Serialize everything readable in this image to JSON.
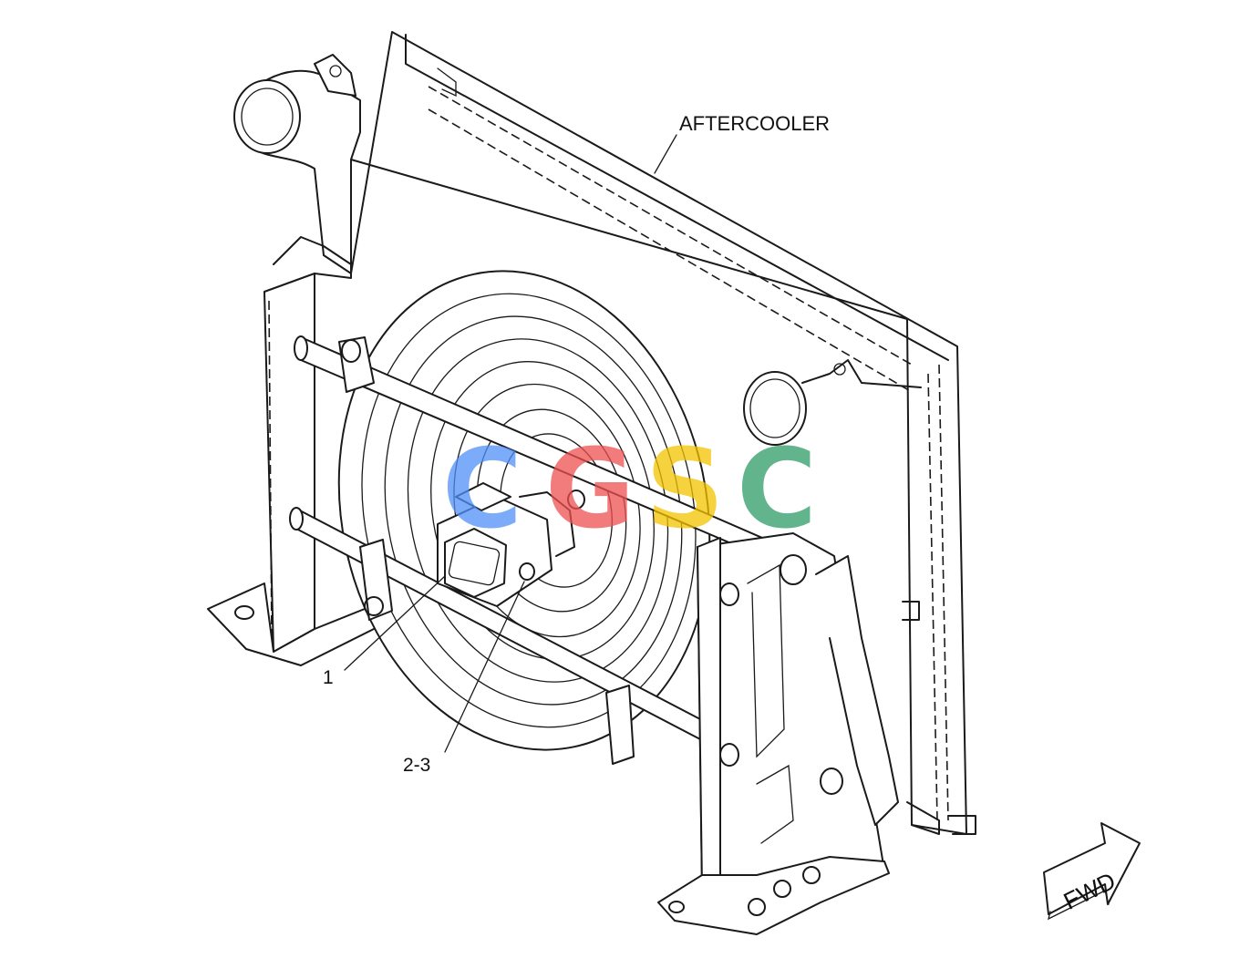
{
  "diagram": {
    "labels": {
      "aftercooler": "AFTERCOOLER",
      "callout_1": "1",
      "callout_2_3": "2-3",
      "forward_arrow": "FWD"
    },
    "watermark": {
      "letters": [
        "C",
        "G",
        "S",
        "C"
      ],
      "colors": [
        "#4f8ff7",
        "#ee5050",
        "#f5c400",
        "#2e9c67"
      ]
    }
  }
}
